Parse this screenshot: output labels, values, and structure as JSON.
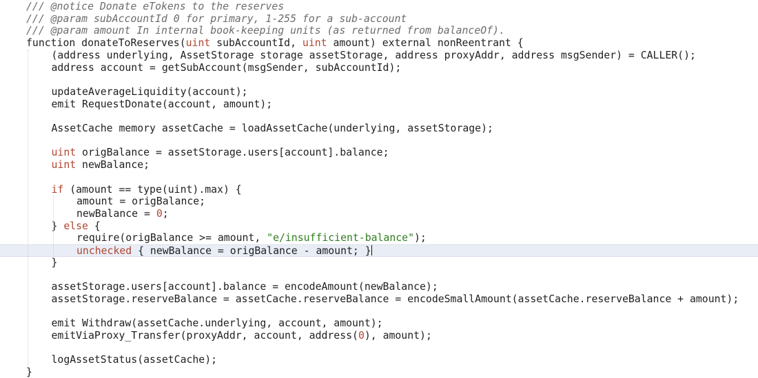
{
  "editor": {
    "current_line_index": 20,
    "caret": {
      "line_index": 20
    },
    "lines": [
      {
        "indent": 0,
        "tokens": [
          {
            "t": "comment",
            "v": "/// @notice Donate eTokens to the reserves"
          }
        ]
      },
      {
        "indent": 0,
        "tokens": [
          {
            "t": "comment",
            "v": "/// @param subAccountId 0 for primary, 1-255 for a sub-account"
          }
        ]
      },
      {
        "indent": 0,
        "tokens": [
          {
            "t": "comment",
            "v": "/// @param amount In internal book-keeping units (as returned from balanceOf)."
          }
        ]
      },
      {
        "indent": 0,
        "tokens": [
          {
            "t": "plain",
            "v": "function donateToReserves("
          },
          {
            "t": "kw",
            "v": "uint"
          },
          {
            "t": "plain",
            "v": " subAccountId, "
          },
          {
            "t": "kw",
            "v": "uint"
          },
          {
            "t": "plain",
            "v": " amount) external nonReentrant {"
          }
        ]
      },
      {
        "indent": 1,
        "tokens": [
          {
            "t": "plain",
            "v": "(address underlying, AssetStorage storage assetStorage, address proxyAddr, address msgSender) = CALLER();"
          }
        ]
      },
      {
        "indent": 1,
        "tokens": [
          {
            "t": "plain",
            "v": "address account = getSubAccount(msgSender, subAccountId);"
          }
        ]
      },
      {
        "indent": 0,
        "tokens": []
      },
      {
        "indent": 1,
        "tokens": [
          {
            "t": "plain",
            "v": "updateAverageLiquidity(account);"
          }
        ]
      },
      {
        "indent": 1,
        "tokens": [
          {
            "t": "plain",
            "v": "emit RequestDonate(account, amount);"
          }
        ]
      },
      {
        "indent": 0,
        "tokens": []
      },
      {
        "indent": 1,
        "tokens": [
          {
            "t": "plain",
            "v": "AssetCache memory assetCache = loadAssetCache(underlying, assetStorage);"
          }
        ]
      },
      {
        "indent": 0,
        "tokens": []
      },
      {
        "indent": 1,
        "tokens": [
          {
            "t": "kw",
            "v": "uint"
          },
          {
            "t": "plain",
            "v": " origBalance = assetStorage.users[account].balance;"
          }
        ]
      },
      {
        "indent": 1,
        "tokens": [
          {
            "t": "kw",
            "v": "uint"
          },
          {
            "t": "plain",
            "v": " newBalance;"
          }
        ]
      },
      {
        "indent": 0,
        "tokens": []
      },
      {
        "indent": 1,
        "tokens": [
          {
            "t": "kw",
            "v": "if"
          },
          {
            "t": "plain",
            "v": " (amount == type(uint).max) {"
          }
        ]
      },
      {
        "indent": 2,
        "tokens": [
          {
            "t": "plain",
            "v": "amount = origBalance;"
          }
        ]
      },
      {
        "indent": 2,
        "tokens": [
          {
            "t": "plain",
            "v": "newBalance = "
          },
          {
            "t": "num",
            "v": "0"
          },
          {
            "t": "plain",
            "v": ";"
          }
        ]
      },
      {
        "indent": 1,
        "tokens": [
          {
            "t": "plain",
            "v": "} "
          },
          {
            "t": "kw",
            "v": "else"
          },
          {
            "t": "plain",
            "v": " {"
          }
        ]
      },
      {
        "indent": 2,
        "tokens": [
          {
            "t": "plain",
            "v": "require(origBalance >= amount, "
          },
          {
            "t": "str",
            "v": "\"e/insufficient-balance\""
          },
          {
            "t": "plain",
            "v": ");"
          }
        ]
      },
      {
        "indent": 2,
        "tokens": [
          {
            "t": "kw",
            "v": "unchecked"
          },
          {
            "t": "plain",
            "v": " { newBalance = origBalance - amount; }"
          }
        ]
      },
      {
        "indent": 1,
        "tokens": [
          {
            "t": "plain",
            "v": "}"
          }
        ]
      },
      {
        "indent": 0,
        "tokens": []
      },
      {
        "indent": 1,
        "tokens": [
          {
            "t": "plain",
            "v": "assetStorage.users[account].balance = encodeAmount(newBalance);"
          }
        ]
      },
      {
        "indent": 1,
        "tokens": [
          {
            "t": "plain",
            "v": "assetStorage.reserveBalance = assetCache.reserveBalance = encodeSmallAmount(assetCache.reserveBalance + amount);"
          }
        ]
      },
      {
        "indent": 0,
        "tokens": []
      },
      {
        "indent": 1,
        "tokens": [
          {
            "t": "plain",
            "v": "emit Withdraw(assetCache.underlying, account, amount);"
          }
        ]
      },
      {
        "indent": 1,
        "tokens": [
          {
            "t": "plain",
            "v": "emitViaProxy_Transfer(proxyAddr, account, address("
          },
          {
            "t": "num",
            "v": "0"
          },
          {
            "t": "plain",
            "v": "), amount);"
          }
        ]
      },
      {
        "indent": 0,
        "tokens": []
      },
      {
        "indent": 1,
        "tokens": [
          {
            "t": "plain",
            "v": "logAssetStatus(assetCache);"
          }
        ]
      },
      {
        "indent": 0,
        "tokens": [
          {
            "t": "plain",
            "v": "}"
          }
        ]
      }
    ]
  },
  "colors": {
    "background": "#ffffff",
    "current_line": "#e9eef6",
    "comment": "#6c6c6c",
    "keyword": "#b04632",
    "string": "#2f7d1f",
    "text": "#1f1f1f"
  }
}
